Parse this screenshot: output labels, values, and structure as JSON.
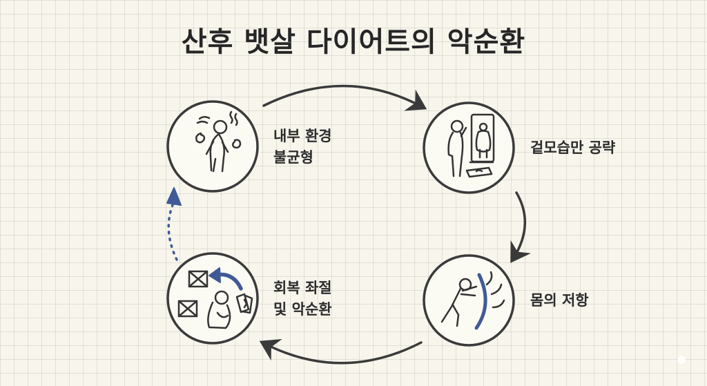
{
  "title": "산후 뱃살 다이어트의 악순환",
  "nodes": [
    {
      "id": "internal-imbalance",
      "lines": [
        "내부 환경",
        "불균형"
      ],
      "icon": "tired-person-icon"
    },
    {
      "id": "appearance-focus",
      "lines": [
        "겉모습만 공략"
      ],
      "icon": "mirror-scale-icon"
    },
    {
      "id": "body-resistance",
      "lines": [
        "몸의 저항"
      ],
      "icon": "pushing-wall-icon"
    },
    {
      "id": "recovery-frustration",
      "lines": [
        "회복 좌절",
        "및 악순환"
      ],
      "icon": "frustrated-person-icon"
    }
  ],
  "colors": {
    "ink": "#333333",
    "accent_blue": "#3f5a96",
    "background": "#f7f5ec"
  }
}
